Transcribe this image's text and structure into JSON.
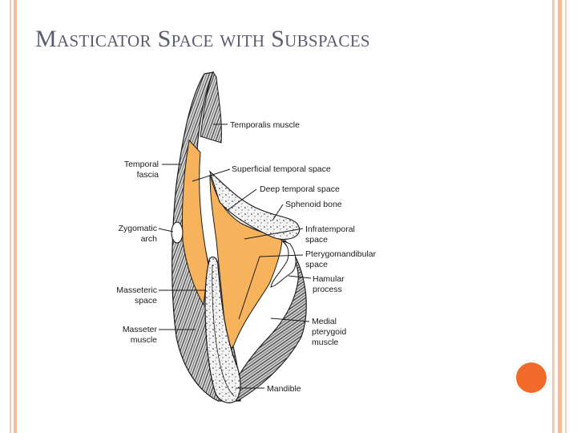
{
  "slide": {
    "title": "Masticator Space with Subspaces"
  },
  "diagram": {
    "labels": {
      "temporalis_muscle": "Temporalis muscle",
      "temporal_fascia_1": "Temporal",
      "temporal_fascia_2": "fascia",
      "superficial_temporal_space": "Superficial temporal space",
      "deep_temporal_space": "Deep temporal space",
      "sphenoid_bone": "Sphenoid bone",
      "zygomatic_arch_1": "Zygomatic",
      "zygomatic_arch_2": "arch",
      "infratemporal_space_1": "Infratemporal",
      "infratemporal_space_2": "space",
      "pterygomandibular_space_1": "Pterygomandibular",
      "pterygomandibular_space_2": "space",
      "hamular_process_1": "Hamular",
      "hamular_process_2": "process",
      "masseteric_space_1": "Masseteric",
      "masseteric_space_2": "space",
      "masseter_muscle_1": "Masseter",
      "masseter_muscle_2": "muscle",
      "medial_pterygoid_muscle_1": "Medial",
      "medial_pterygoid_muscle_2": "pterygoid",
      "medial_pterygoid_muscle_3": "muscle",
      "mandible": "Mandible"
    }
  },
  "colors": {
    "accent_orange": "#f26a2a",
    "space_fill": "#f7b35c",
    "stripe": "#f7c9ae",
    "title": "#5a5c70"
  }
}
